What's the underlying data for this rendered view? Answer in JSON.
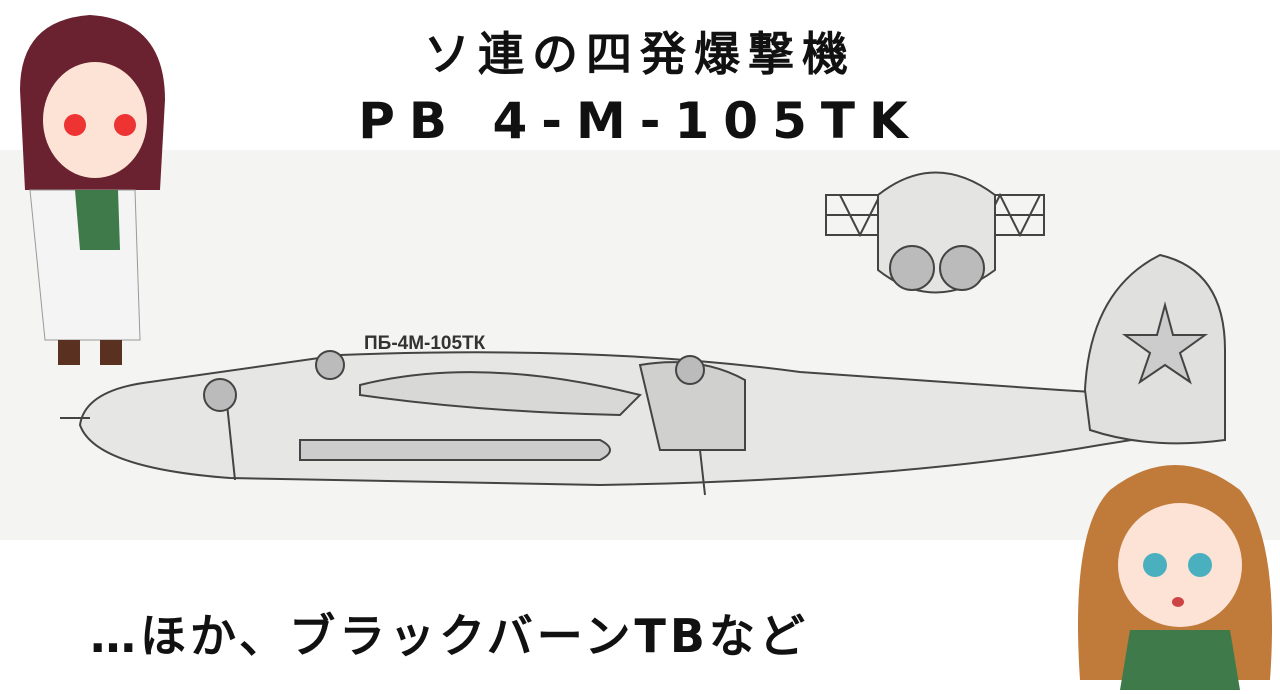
{
  "header": {
    "title_jp": "ソ連の四発爆撃機",
    "title_model": "PB 4-M-105TK"
  },
  "drawing": {
    "caption": "ПБ-4М-105ТК"
  },
  "subtitle": "…ほか、ブラックバーンTBなど",
  "colors": {
    "background": "#ffffff",
    "scan": "#f4f4f2",
    "line": "#333333"
  }
}
